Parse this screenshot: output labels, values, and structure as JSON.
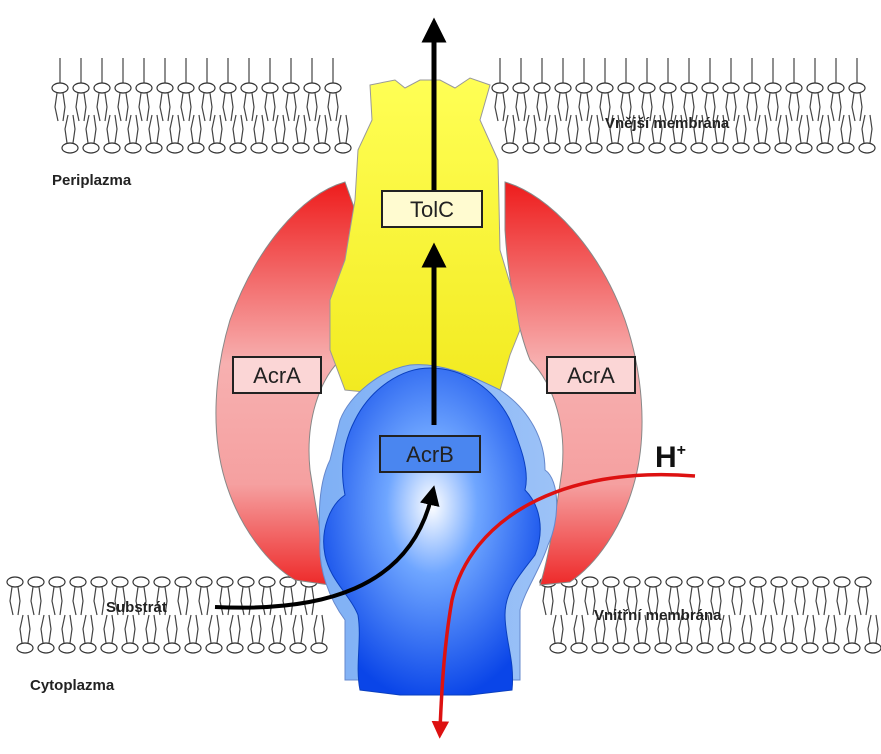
{
  "labels": {
    "outer_membrane": "Vnější membrána",
    "periplasm": "Periplazma",
    "inner_membrane": "Vnitřní membrána",
    "cytoplasm": "Cytoplazma",
    "substrate": "Substrát",
    "tolc": "TolC",
    "acrb": "AcrB",
    "acra_left": "AcrA",
    "acra_right": "AcrA",
    "proton": "H",
    "proton_sup": "+"
  },
  "colors": {
    "tolc": "#ffff33",
    "acra": "#ee2222",
    "acrb": "#1155ee",
    "proton_arrow": "#dd1111",
    "substrate_arrow": "#000000"
  }
}
